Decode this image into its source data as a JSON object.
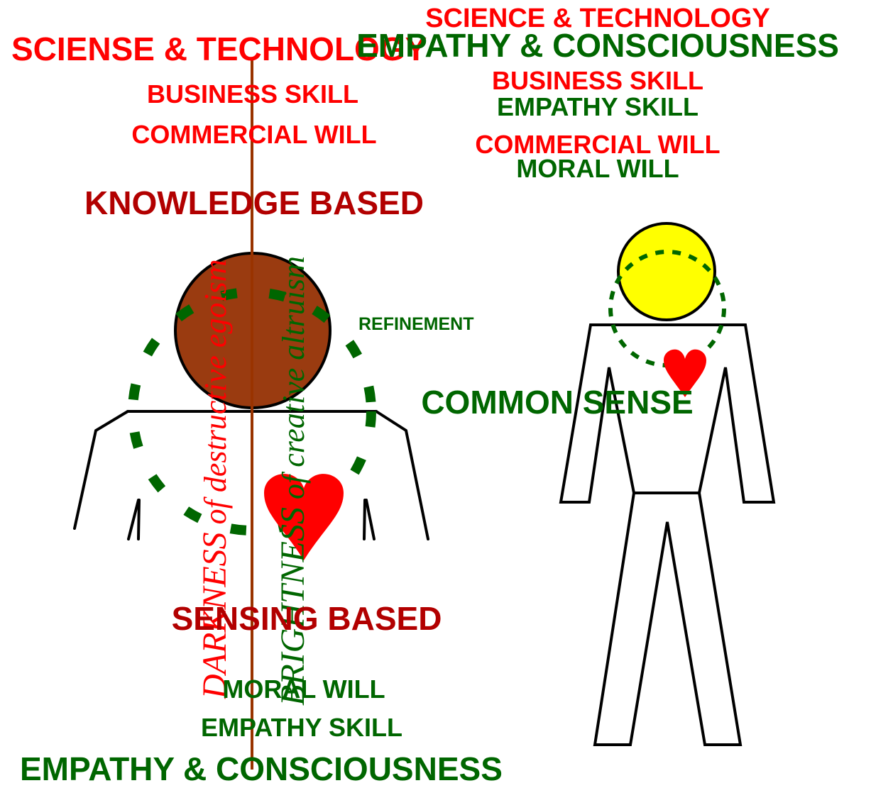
{
  "colors": {
    "red": "#ff0000",
    "dark_red": "#b20000",
    "green": "#006600",
    "brown": "#993300",
    "head_brown": "#9a3b10",
    "head_yellow": "#ffff00",
    "outline": "#000000"
  },
  "left_figure": {
    "top_title": "SCIENSE & TECHNOLOGY",
    "business_skill": "BUSINESS SKILL",
    "commercial_will": "COMMERCIAL WILL",
    "knowledge_based": "KNOWLEDGE BASED",
    "refinement": "REFINEMENT",
    "darkness_big": "DARKNESS",
    "darkness_rest": " of destructive egoism",
    "brightness_big": "BRIGHTNESS",
    "brightness_rest": " of creative altruism",
    "sensing_based": "SENSING BASED",
    "moral_will": "MORAL WILL",
    "empathy_skill": "EMPATHY SKILL",
    "bottom_title": "EMPATHY & CONSCIOUSNESS"
  },
  "right_figure": {
    "science_technology": "SCIENCE & TECHNOLOGY",
    "empathy_consciousness": "EMPATHY & CONSCIOUSNESS",
    "business_skill": "BUSINESS SKILL",
    "empathy_skill": "EMPATHY SKILL",
    "commercial_will": "COMMERCIAL WILL",
    "moral_will": "MORAL WILL",
    "common_sense": "COMMON SENSE"
  },
  "icons": [
    "brown-head-icon",
    "yellow-head-icon",
    "heart-icon",
    "stick-figure-icon"
  ]
}
